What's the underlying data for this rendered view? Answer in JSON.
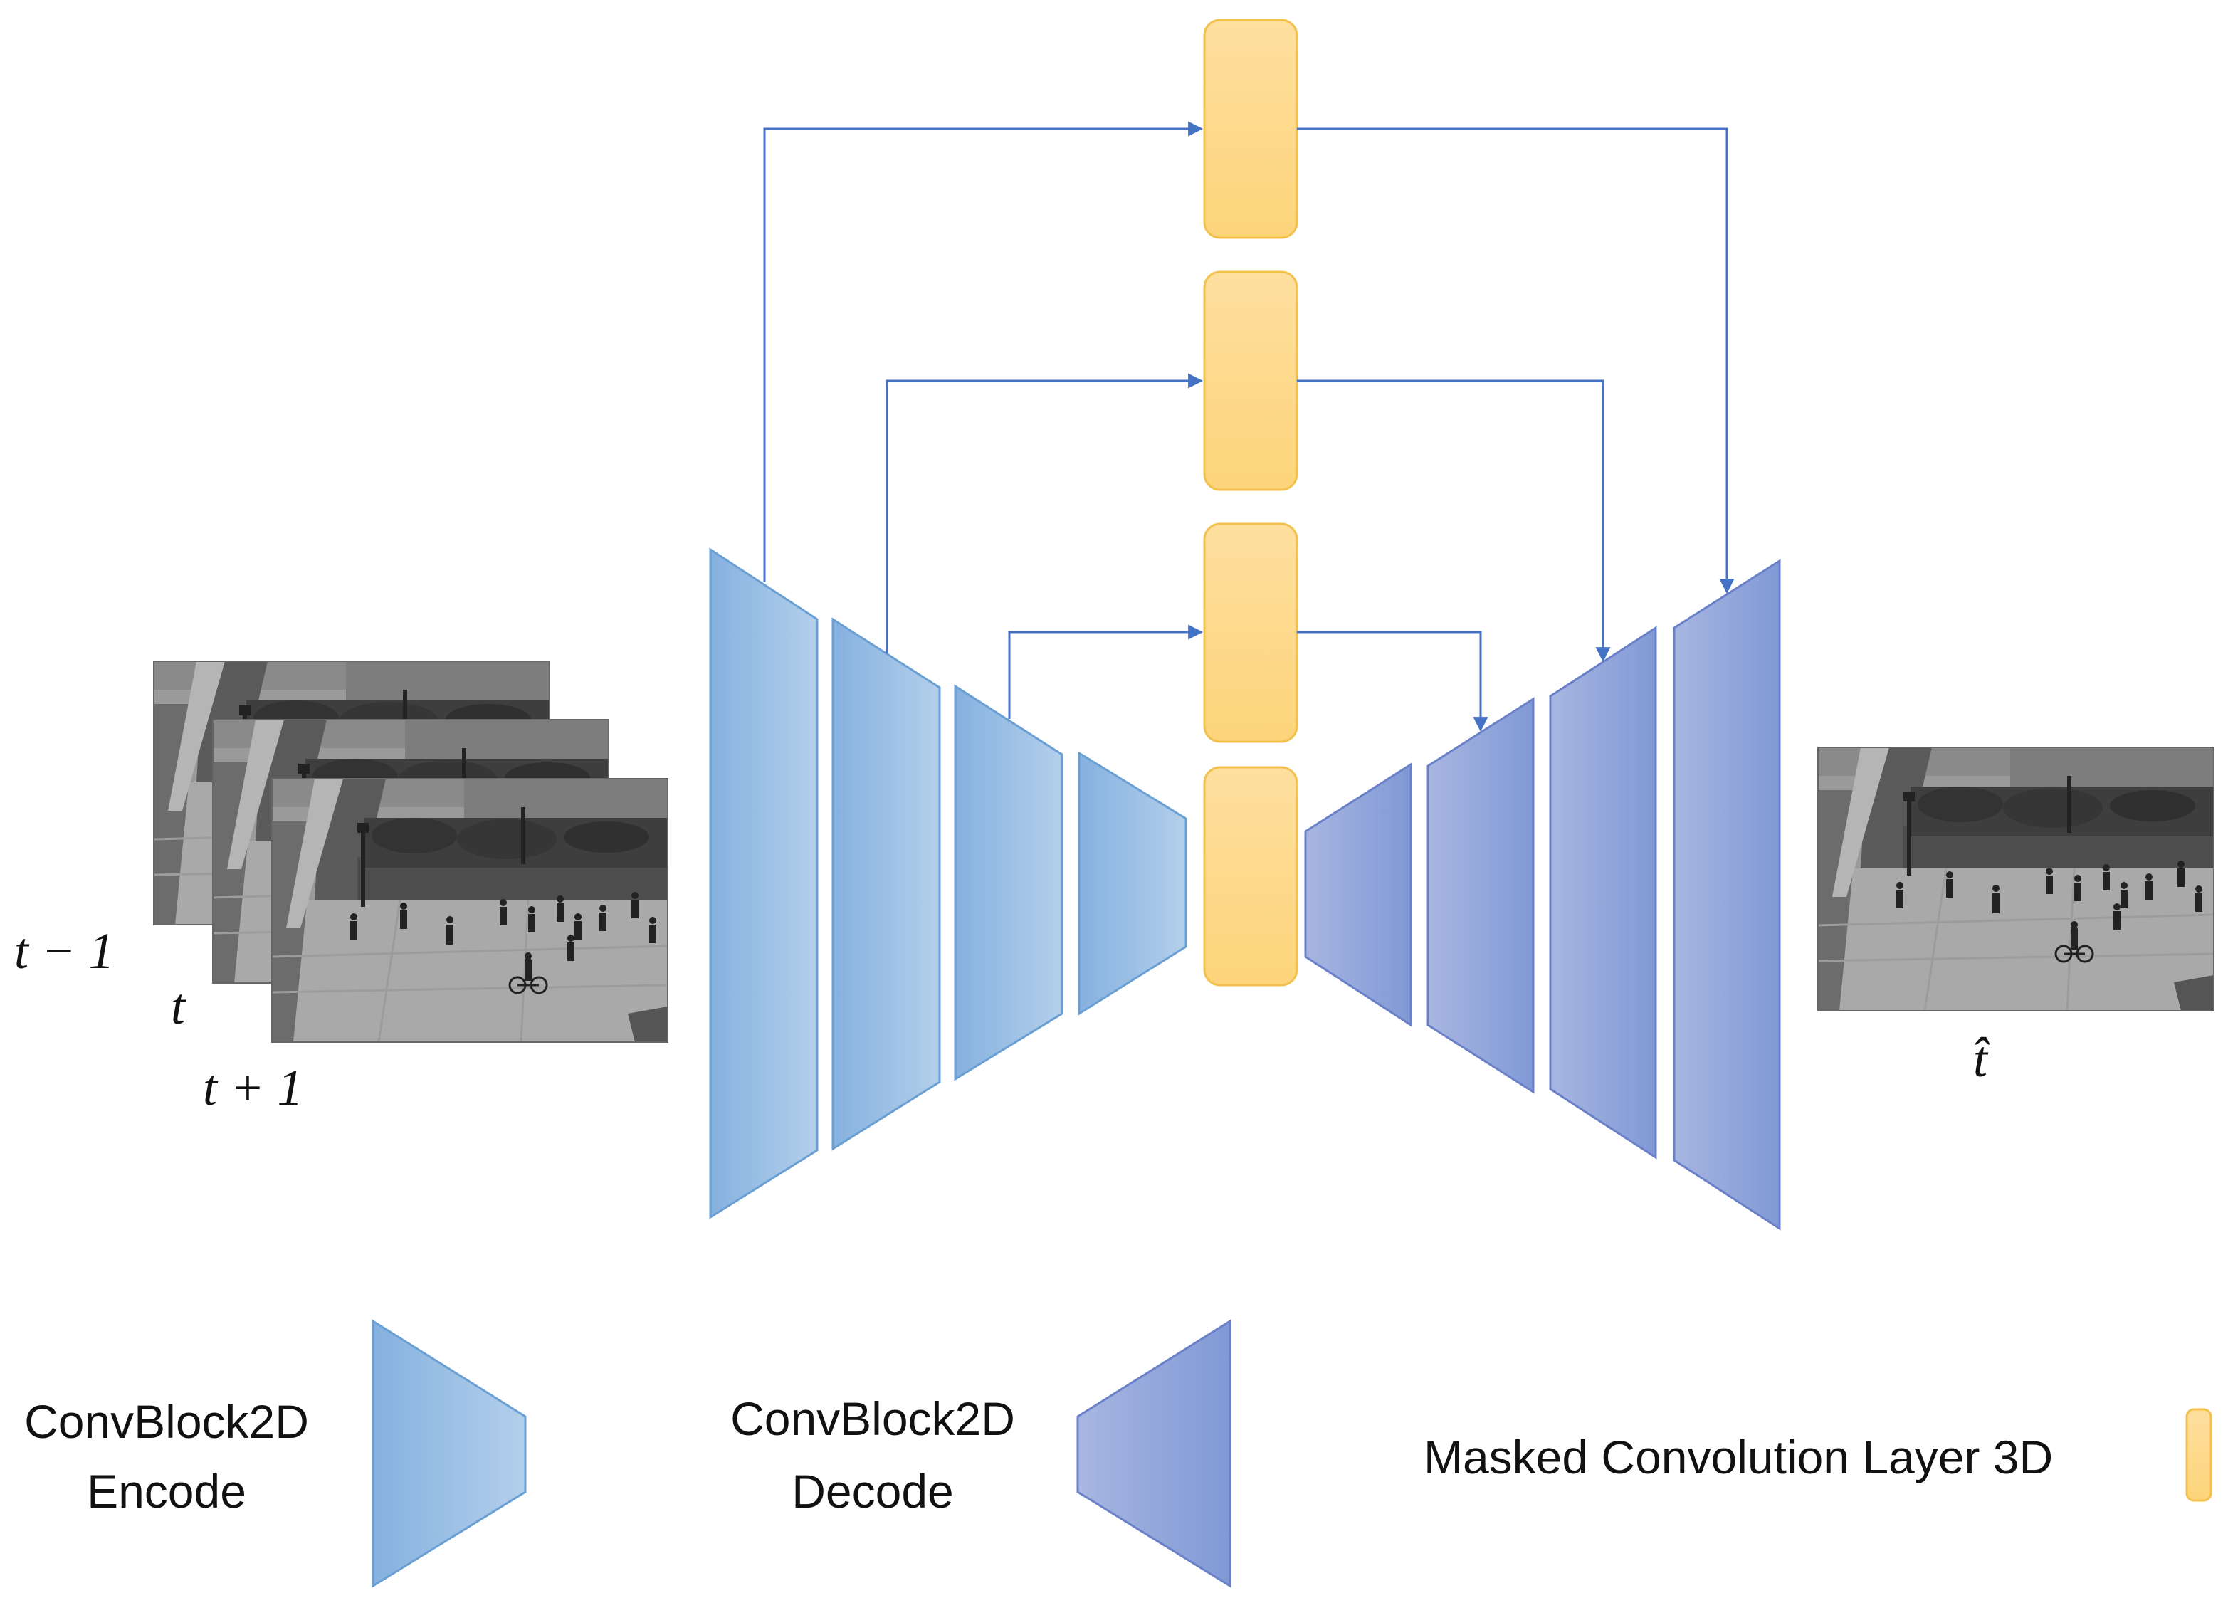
{
  "diagram": {
    "input_frames": {
      "labels": [
        "t − 1",
        "t",
        "t + 1"
      ]
    },
    "output_frame": {
      "label": "t̂"
    },
    "legend": {
      "encode_label_line1": "ConvBlock2D",
      "encode_label_line2": "Encode",
      "decode_label_line1": "ConvBlock2D",
      "decode_label_line2": "Decode",
      "masked_label": "Masked Convolution Layer 3D"
    },
    "colors": {
      "encoder_light": "#b0cdea",
      "encoder_dark": "#85b1df",
      "encoder_stroke": "#6a9fd4",
      "decoder_light": "#a6b4e0",
      "decoder_dark": "#8199d6",
      "decoder_stroke": "#6a80c8",
      "masked_top": "#fedd9a",
      "masked_bottom": "#fdd57c",
      "masked_stroke": "#f2c14e",
      "arrow": "#4472c4"
    }
  }
}
